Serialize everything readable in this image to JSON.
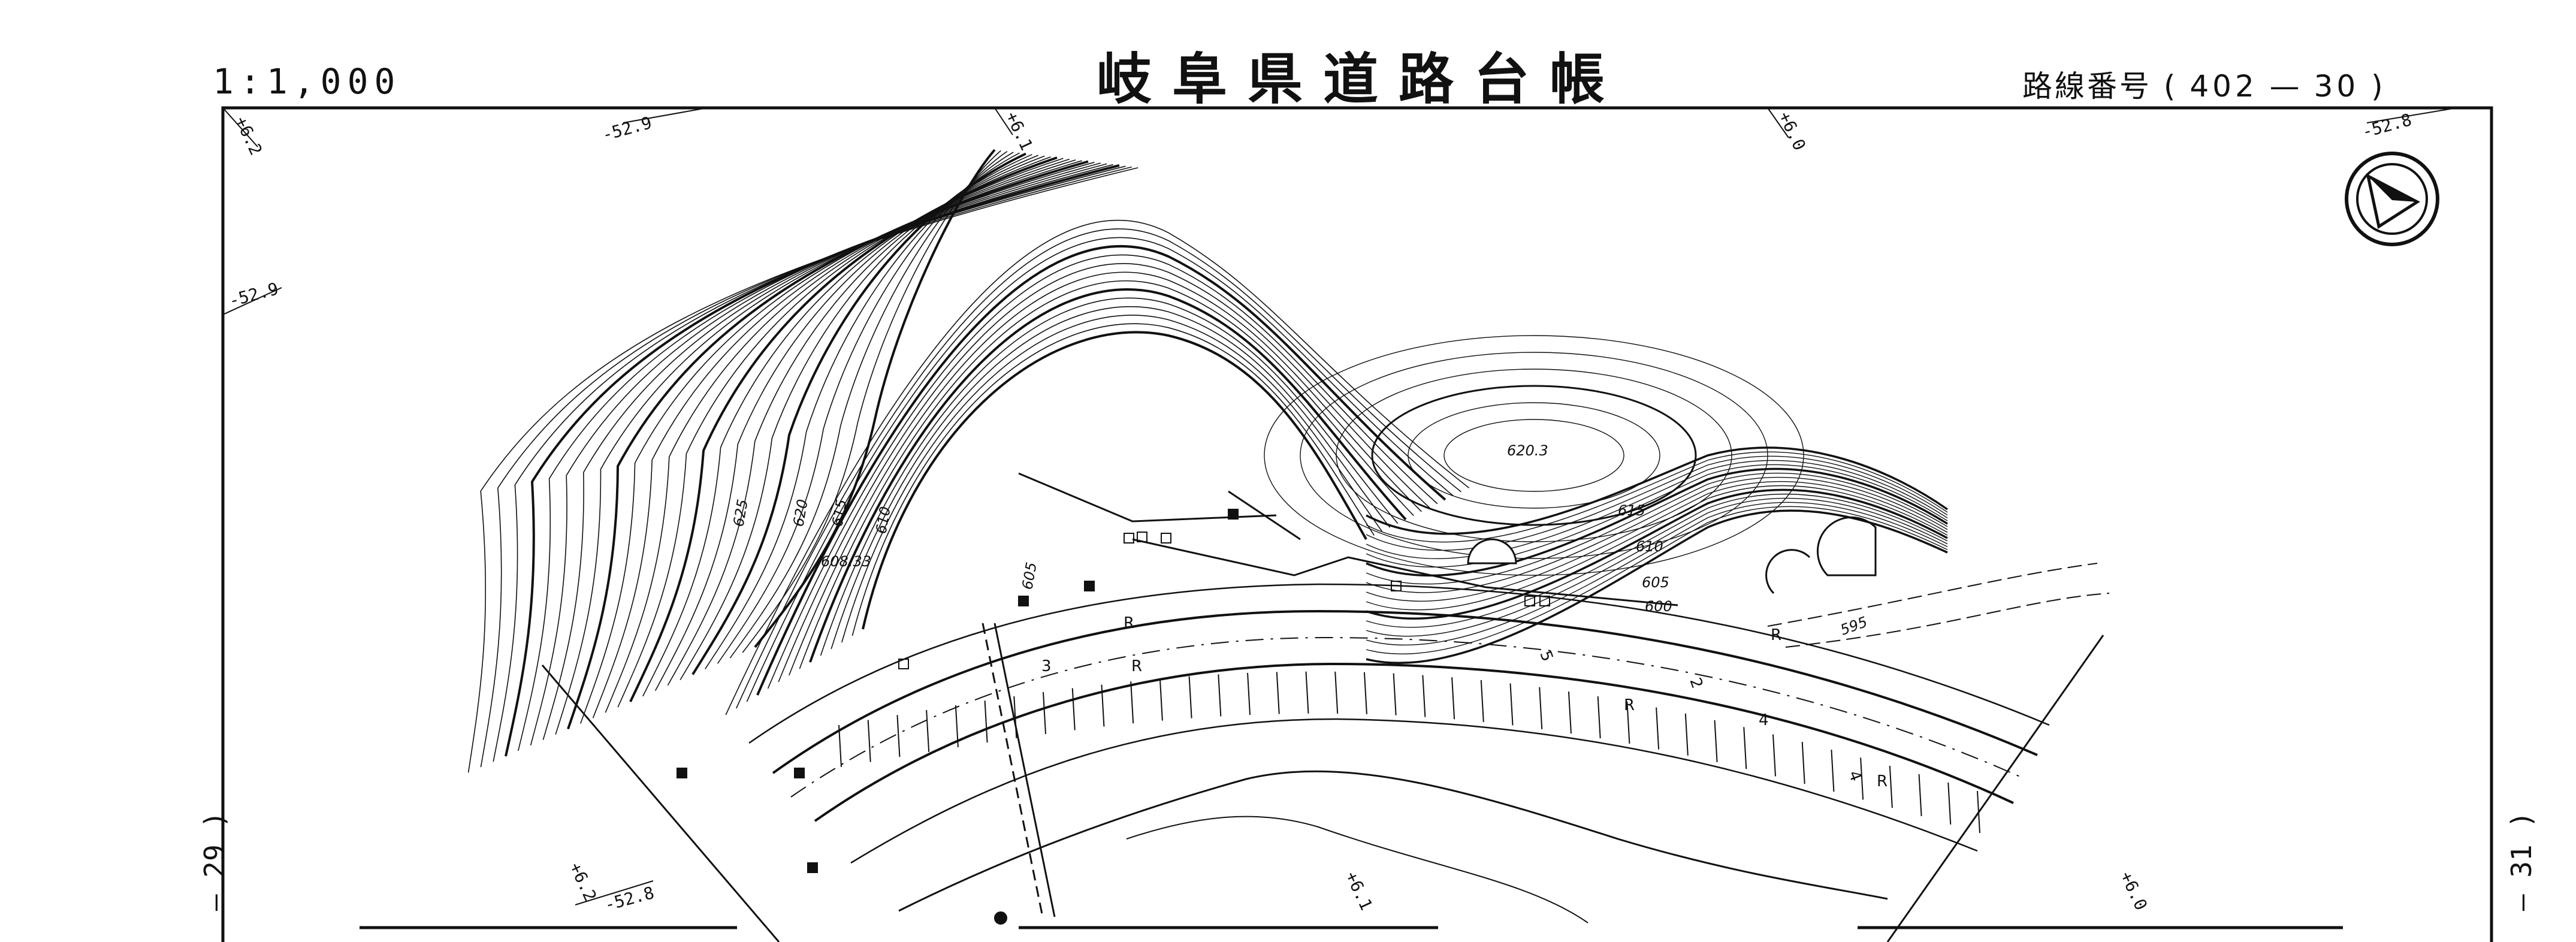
{
  "header": {
    "title": "岐阜県道路台帳",
    "scale": "1:1,000",
    "route_label": "路線番号",
    "route_open": "(",
    "route_number": "402",
    "route_dash": "—",
    "route_section": "30",
    "route_close": ")"
  },
  "sheet_refs": {
    "left": "— 29 )",
    "right": "— 31 )"
  },
  "grid_ticks": {
    "top": [
      "+6.2",
      "-52.9",
      "+6.1",
      "+6.0",
      "-52.8"
    ],
    "left": [
      "-52.9"
    ],
    "bottom": [
      "+6.2",
      "-52.8",
      "+6.1",
      "+6.0"
    ]
  },
  "contours": [
    "625",
    "620",
    "615",
    "610",
    "605",
    "600",
    "595"
  ],
  "spot_heights": [
    "608.33",
    "620.3"
  ],
  "road_marks": [
    "R",
    "R",
    "R",
    "R",
    "3",
    "4",
    "5",
    "2",
    "4",
    "R"
  ],
  "north_arrow": "compass-north-arrow-icon",
  "colors": {
    "ink": "#111111",
    "paper": "#ffffff"
  }
}
